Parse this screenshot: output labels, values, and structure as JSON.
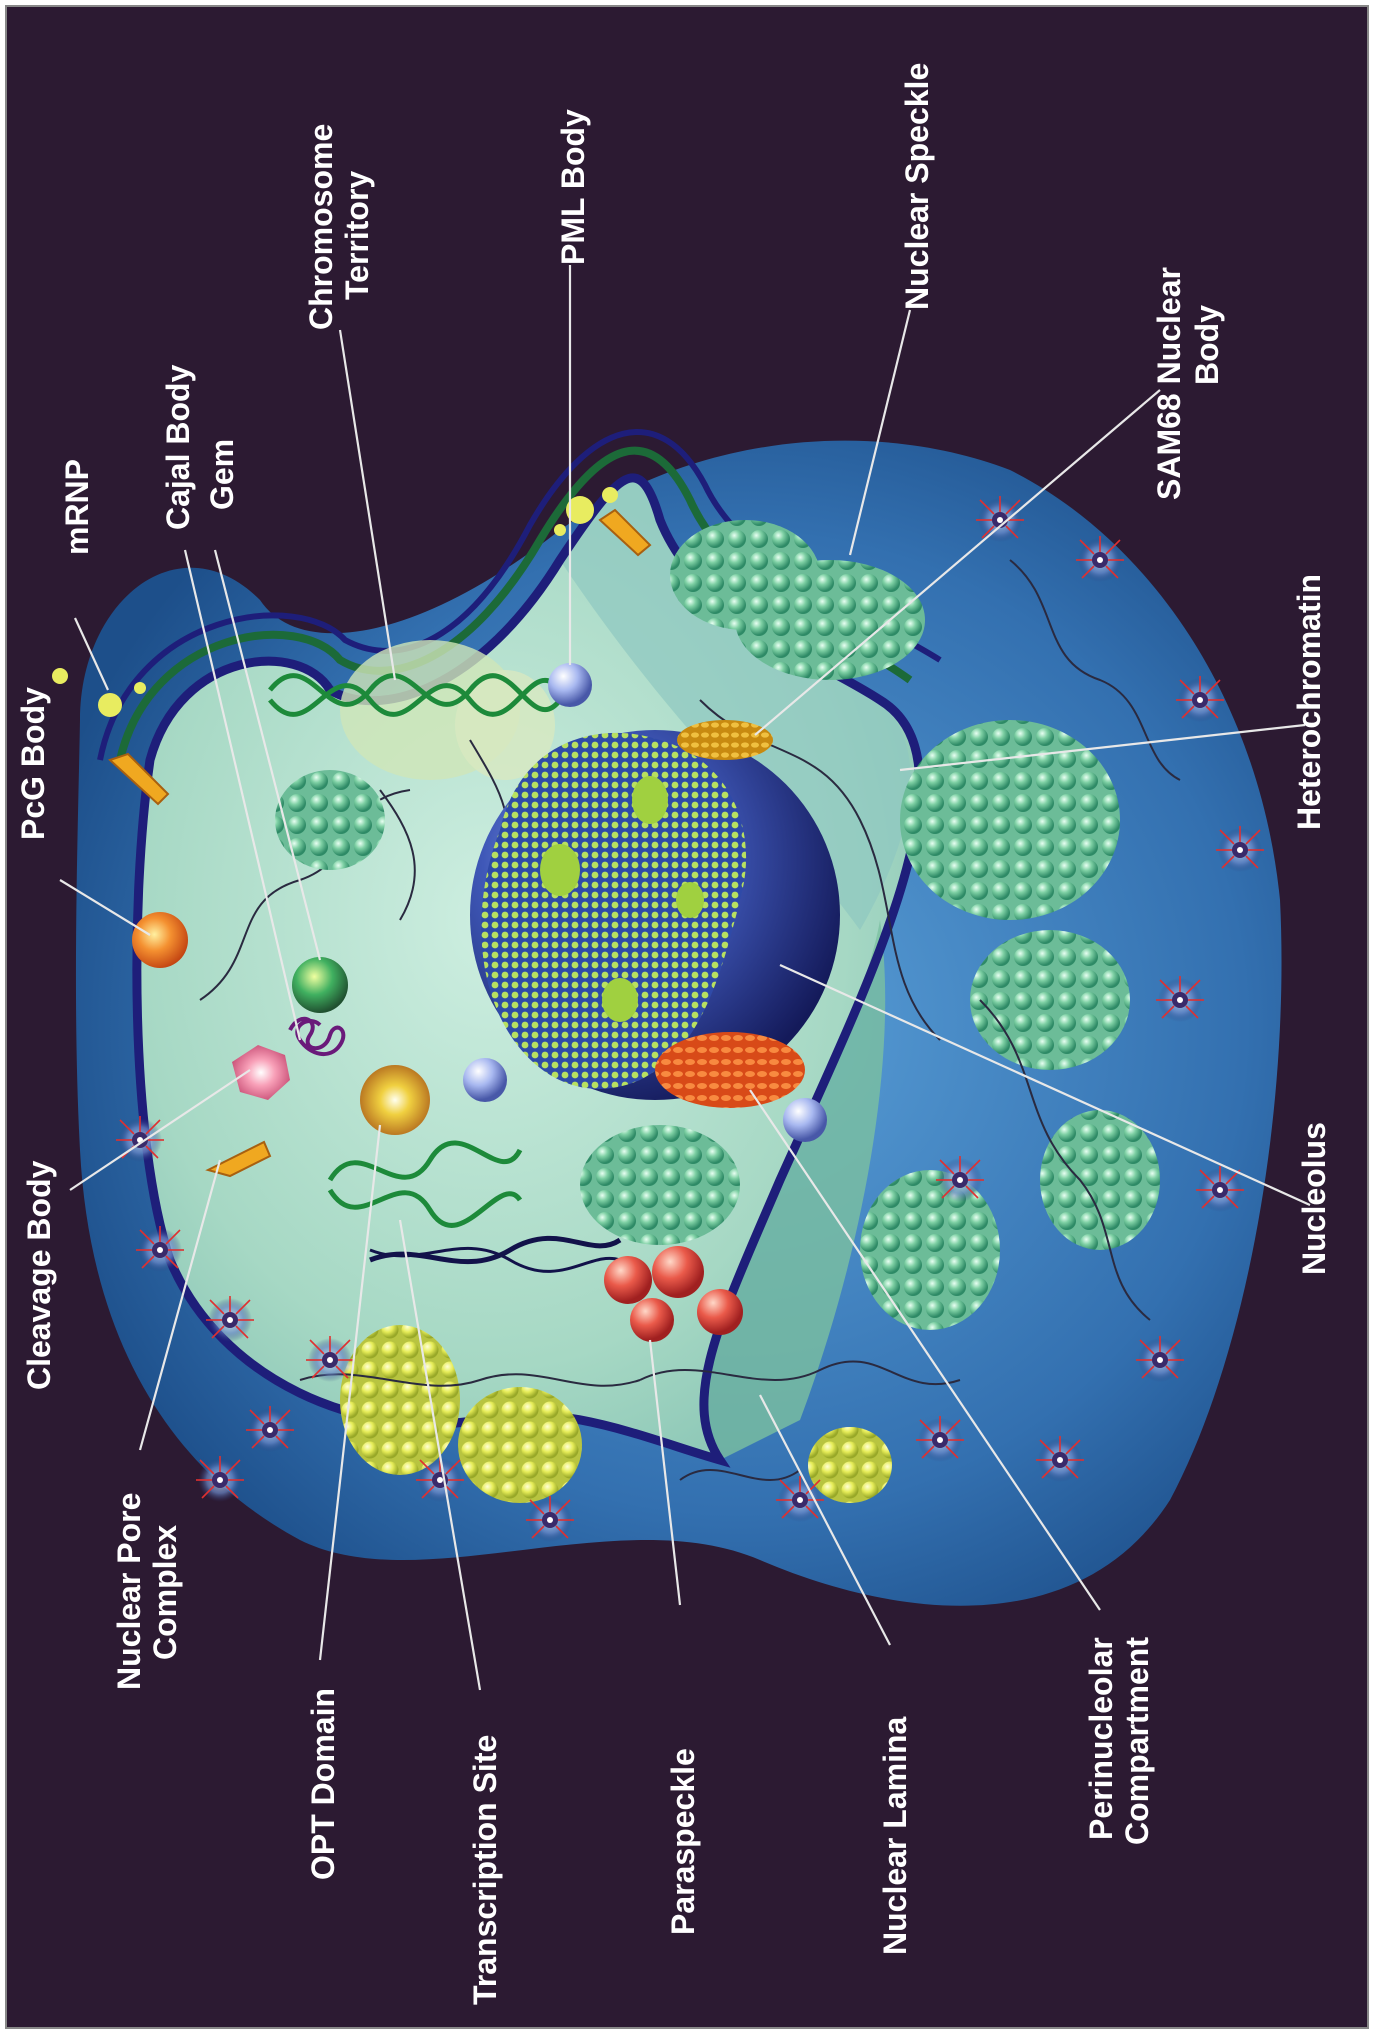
{
  "diagram": {
    "background_color": "#2c1a32",
    "labels": {
      "pcg_body": "PcG Body",
      "mrnp": "mRNP",
      "cajal_body": "Cajal Body",
      "gem": "Gem",
      "chromosome_territory_1": "Chromosome",
      "chromosome_territory_2": "Territory",
      "pml_body": "PML Body",
      "nuclear_speckle": "Nuclear Speckle",
      "sam68_1": "SAM68 Nuclear",
      "sam68_2": "Body",
      "heterochromatin": "Heterochromatin",
      "nucleolus": "Nucleolus",
      "perinucleolar_1": "Perinucleolar",
      "perinucleolar_2": "Compartment",
      "nuclear_lamina": "Nuclear Lamina",
      "paraspeckle": "Paraspeckle",
      "transcription_site": "Transcription Site",
      "opt_domain": "OPT Domain",
      "nuclear_pore_1": "Nuclear Pore",
      "nuclear_pore_2": "Complex",
      "cleavage_body": "Cleavage Body"
    },
    "icons": [
      "nucleus-shell",
      "nucleolus-sphere",
      "nuclear-pore-icon",
      "dna-strand-icon"
    ],
    "colors": {
      "shell_outer": "#3a78b8",
      "nucleoplasm": "#a8d8c8",
      "lamina": "#1e1e7a",
      "nucleolus": "#2b3f9a",
      "speckle_green": "#9ad6a8",
      "paraspeckle_red": "#e0504a",
      "pcg_orange": "#f08a28",
      "yellow_granules": "#e4ec60"
    }
  }
}
